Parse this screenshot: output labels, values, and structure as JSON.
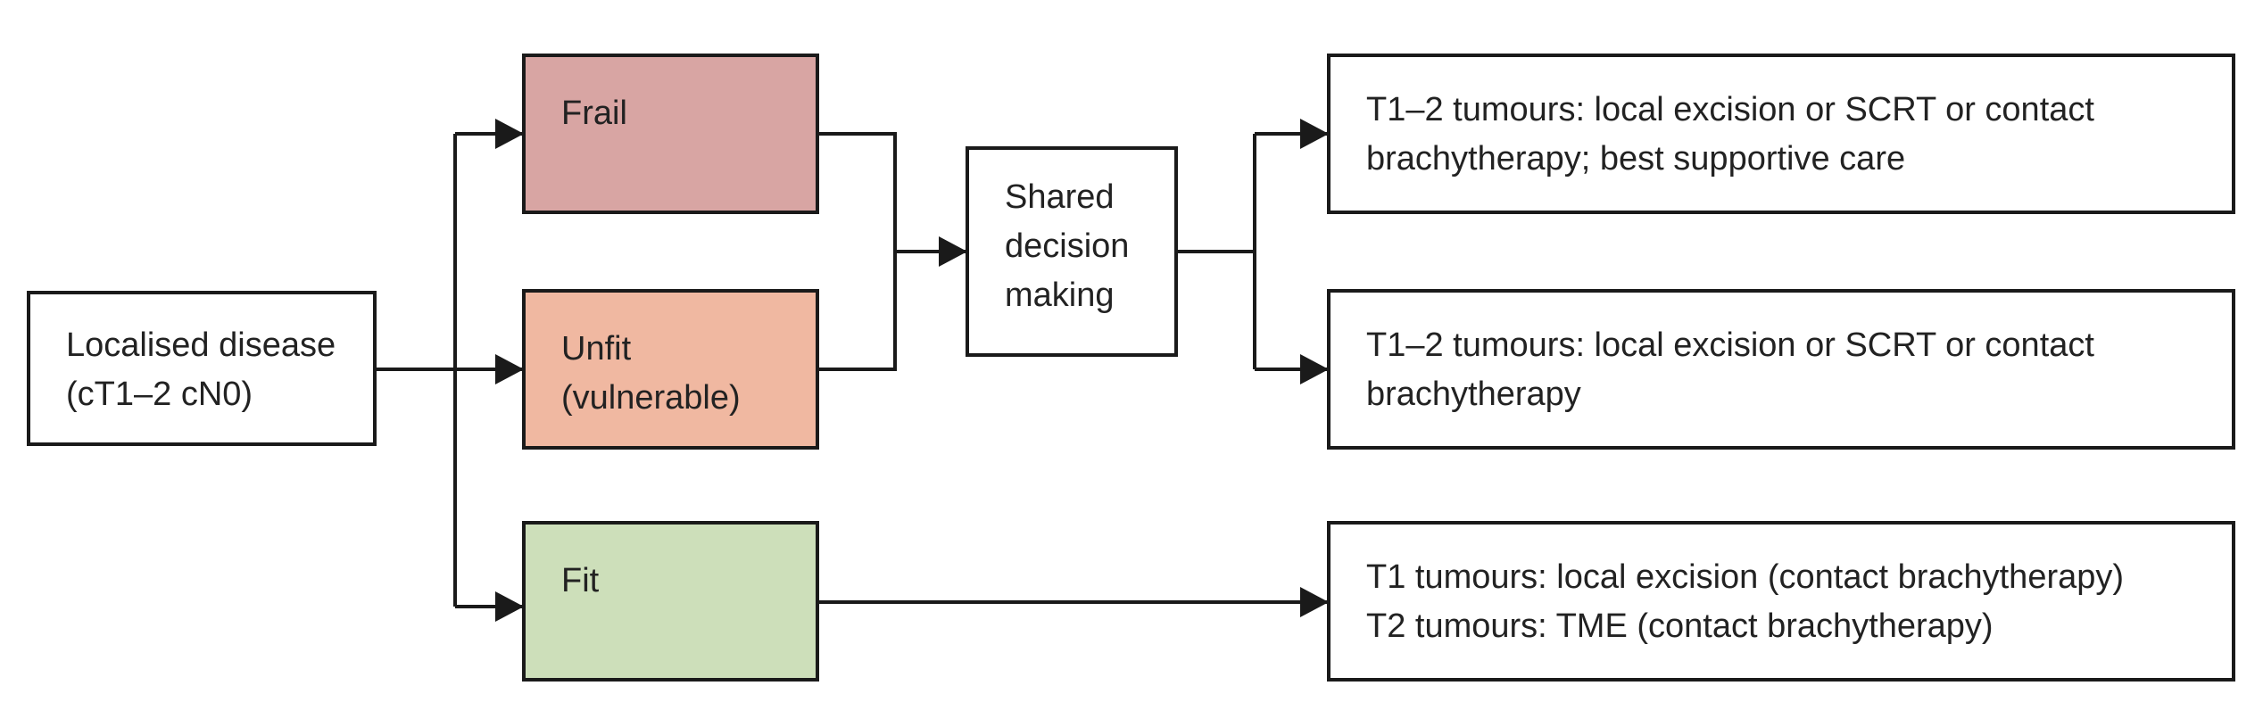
{
  "nodes": {
    "start": {
      "lines": [
        "Localised disease",
        "(cT1–2 cN0)"
      ]
    },
    "frail": {
      "label": "Frail",
      "color": "#d8a5a3"
    },
    "unfit": {
      "lines": [
        "Unfit",
        "(vulnerable)"
      ],
      "color": "#f0b8a1"
    },
    "fit": {
      "label": "Fit",
      "color": "#cddfba"
    },
    "decision": {
      "lines": [
        "Shared",
        "decision",
        "making"
      ]
    },
    "out1": {
      "lines": [
        "T1–2 tumours: local excision or SCRT or contact",
        "brachytherapy; best supportive care"
      ]
    },
    "out2": {
      "lines": [
        "T1–2 tumours: local excision or SCRT or contact",
        "brachytherapy"
      ]
    },
    "out3": {
      "lines": [
        "T1 tumours: local excision (contact brachytherapy)",
        "T2 tumours: TME (contact brachytherapy)"
      ]
    }
  }
}
